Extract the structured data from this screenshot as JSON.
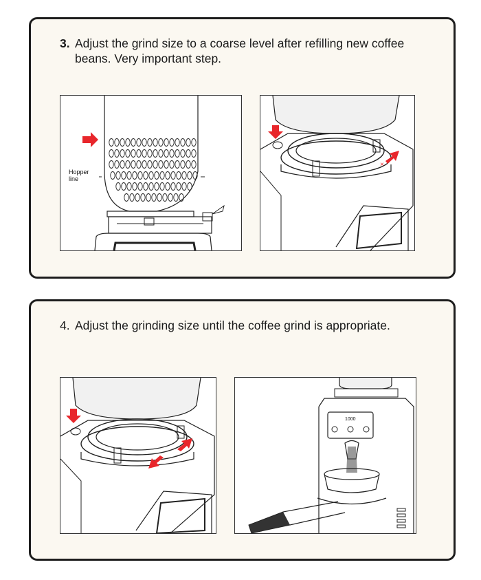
{
  "steps": [
    {
      "number": "3.",
      "text": "Adjust the grind size to a coarse level after refilling new coffee beans. Very important step.",
      "figures": [
        {
          "name": "hopper-refill-illustration",
          "label": "Hopper line"
        },
        {
          "name": "grind-dial-coarse-illustration"
        }
      ]
    },
    {
      "number": "4.",
      "text": "Adjust the grinding size until the coffee grind is appropriate.",
      "figures": [
        {
          "name": "grind-dial-adjust-illustration"
        },
        {
          "name": "grinder-portafilter-illustration",
          "display": "1000"
        }
      ]
    }
  ],
  "colors": {
    "card_bg": "#fbf8f1",
    "border": "#1d1d1d",
    "accent": "#e8262b"
  }
}
